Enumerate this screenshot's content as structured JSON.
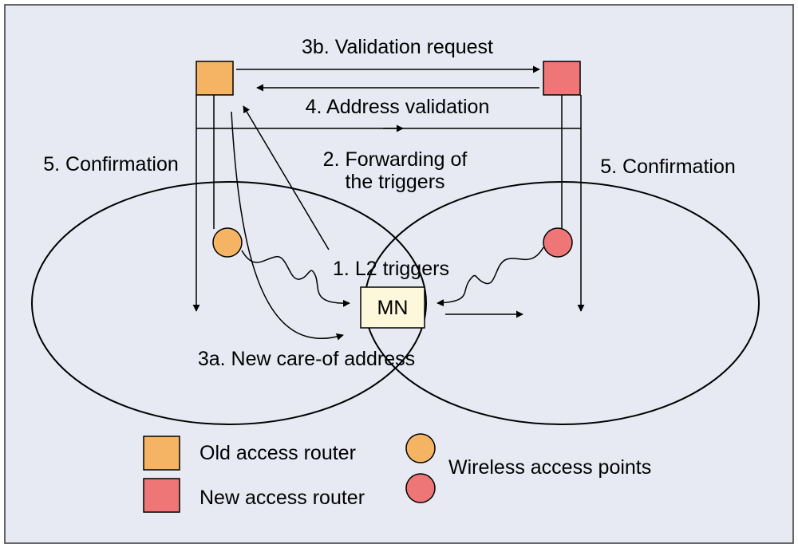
{
  "labels": {
    "validation_request": "3b. Validation request",
    "address_validation": "4. Address validation",
    "confirmation_left": "5. Confirmation",
    "confirmation_right": "5. Confirmation",
    "forwarding_line1": "2. Forwarding of",
    "forwarding_line2": "the triggers",
    "l2_triggers": "1. L2 triggers",
    "mn": "MN",
    "new_coa": "3a. New care-of address"
  },
  "legend": {
    "old_router": "Old access router",
    "new_router": "New access router",
    "access_points": "Wireless access points"
  },
  "colors": {
    "background": "#e7eaf3",
    "old_router": "#f5b463",
    "new_router": "#ee7677",
    "mn_box": "#fdf7dc"
  }
}
